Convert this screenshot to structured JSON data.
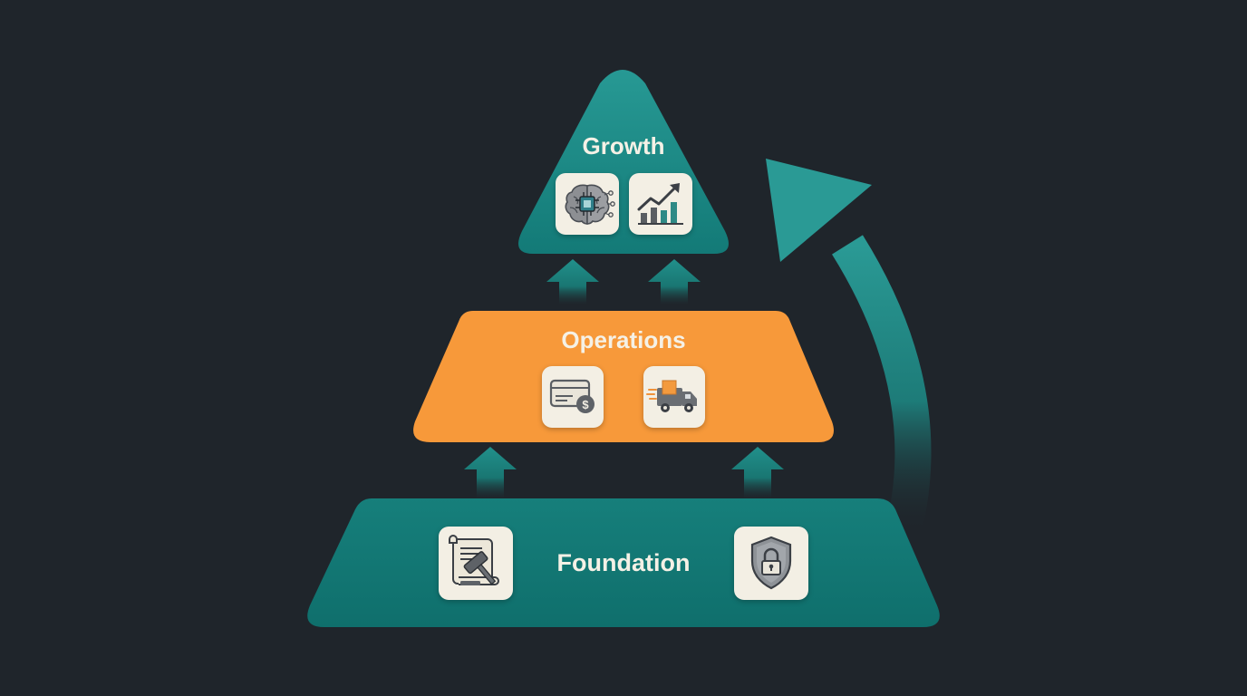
{
  "diagram": {
    "tiers": {
      "growth": {
        "label": "Growth",
        "icons": [
          "ai-brain-chip-icon",
          "growth-chart-icon"
        ]
      },
      "operations": {
        "label": "Operations",
        "icons": [
          "payment-card-icon",
          "delivery-truck-icon"
        ]
      },
      "foundation": {
        "label": "Foundation",
        "icons": [
          "legal-contract-gavel-icon",
          "security-shield-lock-icon"
        ]
      }
    },
    "colors": {
      "background": "#1f252b",
      "teal": "#157f7b",
      "teal_light": "#249590",
      "orange": "#f7993a",
      "tile": "#f3efe4",
      "label": "#f5f1e6"
    }
  }
}
